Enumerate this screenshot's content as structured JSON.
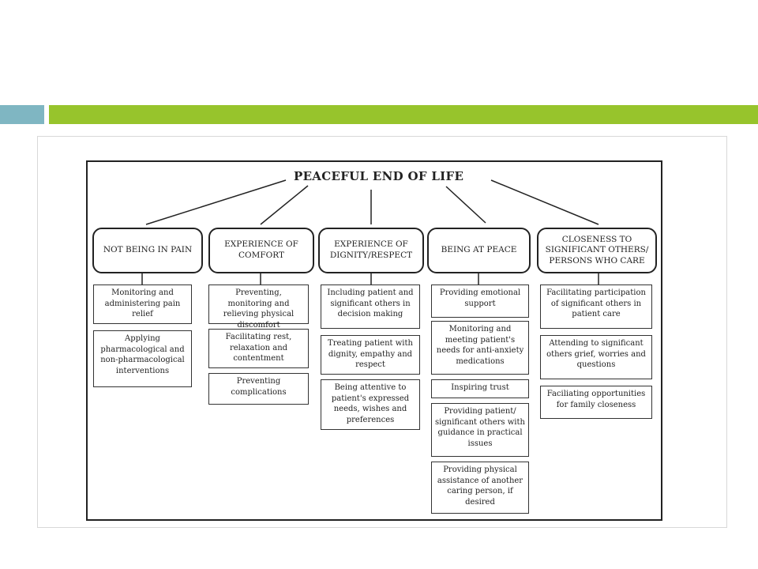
{
  "diagram": {
    "title": "PEACEFUL END OF LIFE",
    "categories": [
      {
        "label": "NOT BEING IN PAIN",
        "items": [
          "Monitoring and administering pain relief",
          "Applying pharmacological and non-pharmacological interventions"
        ]
      },
      {
        "label": "EXPERIENCE OF COMFORT",
        "items": [
          "Preventing, monitoring and relieving physical discomfort",
          "Facilitating rest, relaxation and contentment",
          "Preventing complications"
        ]
      },
      {
        "label": "EXPERIENCE OF DIGNITY/RESPECT",
        "items": [
          "Including patient and significant others in decision making",
          "Treating patient with dignity, empathy and respect",
          "Being attentive to patient's expressed needs, wishes and preferences"
        ]
      },
      {
        "label": "BEING AT PEACE",
        "items": [
          "Providing emotional support",
          "Monitoring and meeting patient's needs for anti-anxiety medications",
          "Inspiring trust",
          "Providing patient/ significant others with guidance in practical issues",
          "Providing physical assistance of another caring person, if desired"
        ]
      },
      {
        "label": "CLOSENESS TO SIGNIFICANT OTHERS/ PERSONS WHO CARE",
        "items": [
          "Facilitating participation of significant others in patient care",
          "Attending to significant others grief, worries and questions",
          "Faciliating opportunities for family closeness"
        ]
      }
    ]
  }
}
